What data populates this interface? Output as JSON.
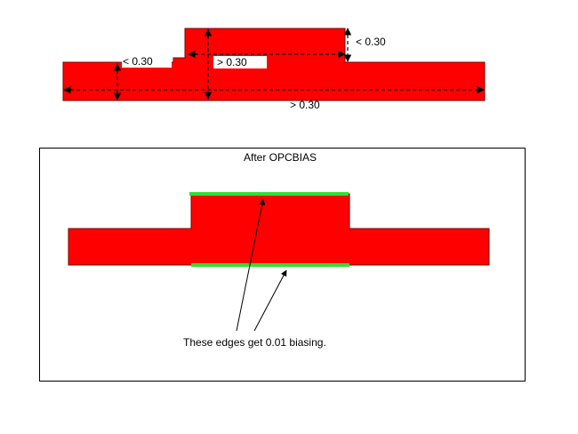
{
  "top_diagram": {
    "labels": {
      "left_step": "< 0.30",
      "right_step": "< 0.30",
      "center_width": "> 0.30",
      "total_width": "> 0.30"
    }
  },
  "bottom_diagram": {
    "title": "After OPCBIAS",
    "caption": "These edges get 0.01 biasing."
  },
  "colors": {
    "shape_fill": "#ff0000",
    "shape_stroke": "#7a0000",
    "bias_edge": "#33dd33",
    "frame": "#000000",
    "dimension": "#000000"
  }
}
